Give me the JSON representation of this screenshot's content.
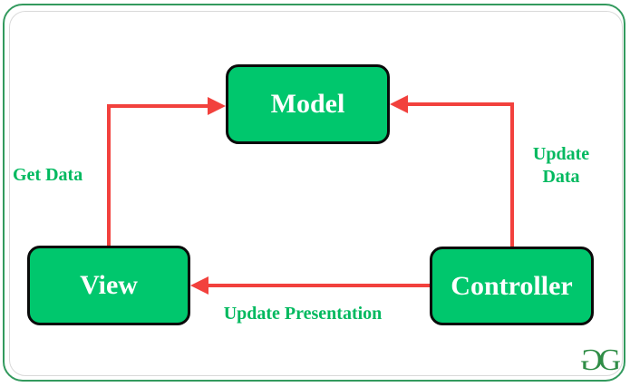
{
  "diagram": {
    "type": "flowchart",
    "nodes": [
      {
        "id": "model",
        "label": "Model"
      },
      {
        "id": "view",
        "label": "View"
      },
      {
        "id": "controller",
        "label": "Controller"
      }
    ],
    "edges": [
      {
        "from": "view",
        "to": "model",
        "label": "Get Data"
      },
      {
        "from": "controller",
        "to": "model",
        "label": "Update Data"
      },
      {
        "from": "controller",
        "to": "view",
        "label": "Update Presentation"
      }
    ]
  },
  "logo": {
    "letter": "G"
  },
  "colors": {
    "node_fill": "#00C76D",
    "node_border": "#0A0A0A",
    "node_text": "#FFFFFF",
    "arrow": "#F2413D",
    "edge_label_text": "#00B95F",
    "frame_border": "#339A5E",
    "inner_card_border": "#D9D9D9",
    "logo": "#2F8D46"
  }
}
